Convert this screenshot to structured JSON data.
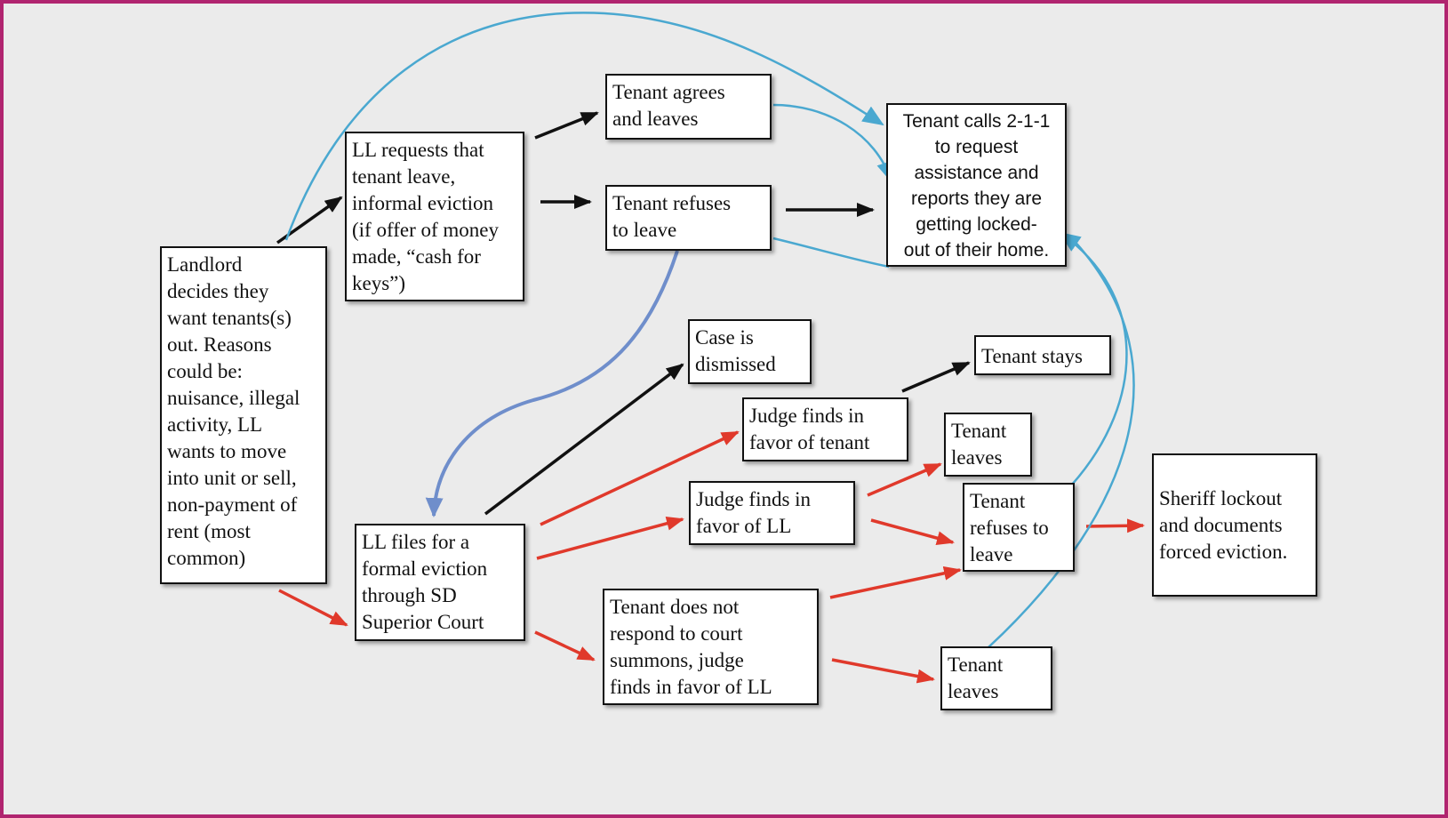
{
  "nodes": {
    "landlord_decides": "Landlord\ndecides they\nwant tenants(s)\nout. Reasons\ncould be:\nnuisance, illegal\nactivity, LL\nwants to move\ninto unit or sell,\nnon-payment of\nrent (most\ncommon)",
    "ll_requests": "LL requests that\ntenant leave,\ninformal eviction\n(if offer of money\nmade, “cash for\nkeys”)",
    "tenant_agrees": "Tenant agrees\nand leaves",
    "tenant_refuses_informal": "Tenant refuses\nto leave",
    "tenant_calls_211": "Tenant calls 2-1-1\nto request\nassistance and\nreports they are\ngetting locked-\nout of their home.",
    "case_dismissed": "Case is\ndismissed",
    "tenant_stays": "Tenant stays",
    "judge_tenant": "Judge finds in\nfavor of tenant",
    "tenant_leaves_1": "Tenant\nleaves",
    "judge_ll": "Judge finds in\nfavor of LL",
    "tenant_refuses_formal": "Tenant\nrefuses to\nleave",
    "sheriff_lockout": "Sheriff lockout\nand documents\nforced eviction.",
    "ll_files": "LL files for a\nformal eviction\nthrough SD\nSuperior Court",
    "no_response": "Tenant does not\nrespond to court\nsummons, judge\nfinds in favor of LL",
    "tenant_leaves_2": "Tenant\nleaves"
  },
  "colors": {
    "frame": "#b0246f",
    "background": "#ebebeb",
    "black_arrow": "#111111",
    "red_arrow": "#e0392b",
    "teal_arrow": "#4aa8d0",
    "blue_arrow": "#6f8ecb"
  }
}
